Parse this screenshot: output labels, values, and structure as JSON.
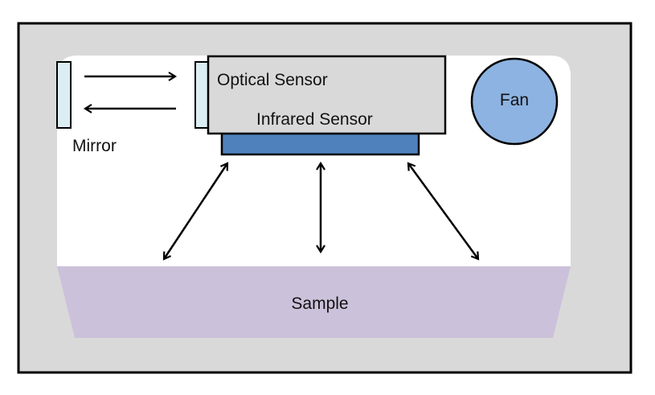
{
  "diagram": {
    "labels": {
      "mirror": "Mirror",
      "optical_sensor": "Optical Sensor",
      "infrared_sensor": "Infrared Sensor",
      "fan": "Fan",
      "sample": "Sample"
    },
    "colors": {
      "housing": "#d9d9d9",
      "chamber": "#ffffff",
      "sensor_box": "#d9d9d9",
      "mirror": "#dbeef3",
      "infrared_bar": "#4f81bd",
      "fan": "#8db3e2",
      "sample": "#ccc1da",
      "stroke": "#000000"
    },
    "arrows": {
      "mirror_to_sensor": "right",
      "sensor_to_mirror": "left",
      "sensor_sample_links": [
        "bidirectional-left",
        "bidirectional-center",
        "bidirectional-right"
      ]
    }
  }
}
